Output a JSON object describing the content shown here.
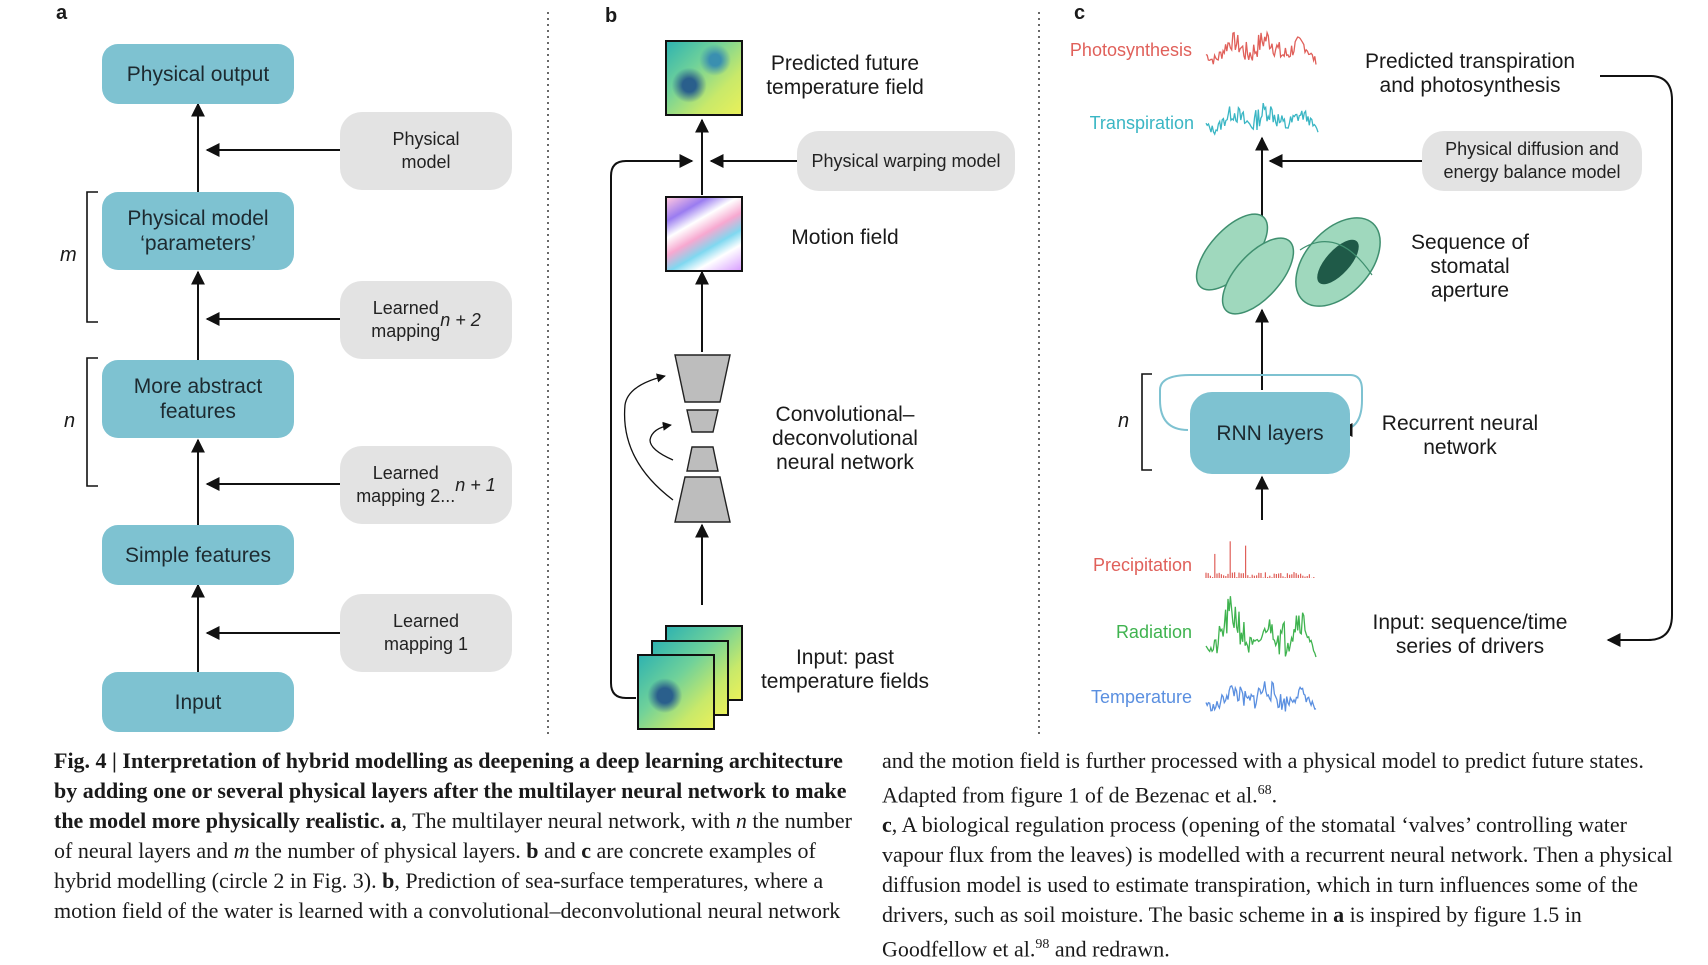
{
  "panels": {
    "a": {
      "letter": "a",
      "nodes": {
        "physical_output": "Physical output",
        "physical_model_params": "Physical model\n‘parameters’",
        "more_abstract": "More abstract\nfeatures",
        "simple_features": "Simple features",
        "input": "Input"
      },
      "side": {
        "physical_model": "Physical\nmodel",
        "learned_n2_pre": "Learned\nmapping ",
        "learned_n2_var": "n + 2",
        "learned_2n1_pre": "Learned\nmapping 2... ",
        "learned_2n1_var": "n + 1",
        "learned_1": "Learned\nmapping 1"
      },
      "brackets": {
        "m": "m",
        "n": "n"
      }
    },
    "b": {
      "letter": "b",
      "labels": {
        "predicted": "Predicted future\ntemperature field",
        "warping": "Physical warping model",
        "motion": "Motion field",
        "conv": "Convolutional–\ndeconvolutional\nneural network",
        "input": "Input: past\ntemperature fields"
      }
    },
    "c": {
      "letter": "c",
      "signals": {
        "photosynthesis": "Photosynthesis",
        "transpiration": "Transpiration",
        "precipitation": "Precipitation",
        "radiation": "Radiation",
        "temperature": "Temperature"
      },
      "labels": {
        "predicted": "Predicted transpiration\nand photosynthesis",
        "diffusion": "Physical diffusion and\nenergy balance model",
        "stomata": "Sequence of\nstomatal\naperture",
        "rnn": "RNN layers",
        "rnn_desc": "Recurrent neural\nnetwork",
        "input": "Input: sequence/time\nseries of drivers",
        "n": "n"
      },
      "colors": {
        "photosynthesis": "#e0605a",
        "transpiration": "#3ab6c4",
        "precipitation": "#e0605a",
        "radiation": "#3fb34f",
        "temperature": "#5a8fe0"
      }
    }
  },
  "caption": {
    "fig": "Fig. 4 | ",
    "title": "Interpretation of hybrid modelling as deepening a deep learning architecture by adding one or several physical layers after the multilayer neural network to make the model more physically realistic.",
    "a_letter": "a",
    "a_text_1": ", The multilayer neural network, with ",
    "a_n": "n",
    "a_text_2": " the number of neural layers and ",
    "a_m": "m",
    "a_text_3": " the number of physical layers. ",
    "b_letter1": "b",
    "and": " and ",
    "c_letter1": "c",
    "bc_text": " are concrete examples of hybrid modelling (circle 2 in Fig. 3). ",
    "b_letter": "b",
    "b_text": ", Prediction of sea-surface temperatures, where a motion field of the water is learned with a convolutional–deconvolutional neural network, and the motion field is further processed with a physical model to predict future states. Adapted from figure 1 of de Bezenac et al.",
    "ref68": "68",
    "period": ".",
    "c_letter": "c",
    "c_text": ", A biological regulation process (opening of the stomatal ‘valves’ controlling water vapour flux from the leaves) is modelled with a recurrent neural network. Then a physical diffusion model is used to estimate transpiration, which in turn influences some of the drivers, such as soil moisture. The basic scheme in ",
    "c_a": "a",
    "c_text2": " is inspired by figure 1.5 in Goodfellow et al.",
    "ref98": "98",
    "c_end": " and redrawn."
  }
}
